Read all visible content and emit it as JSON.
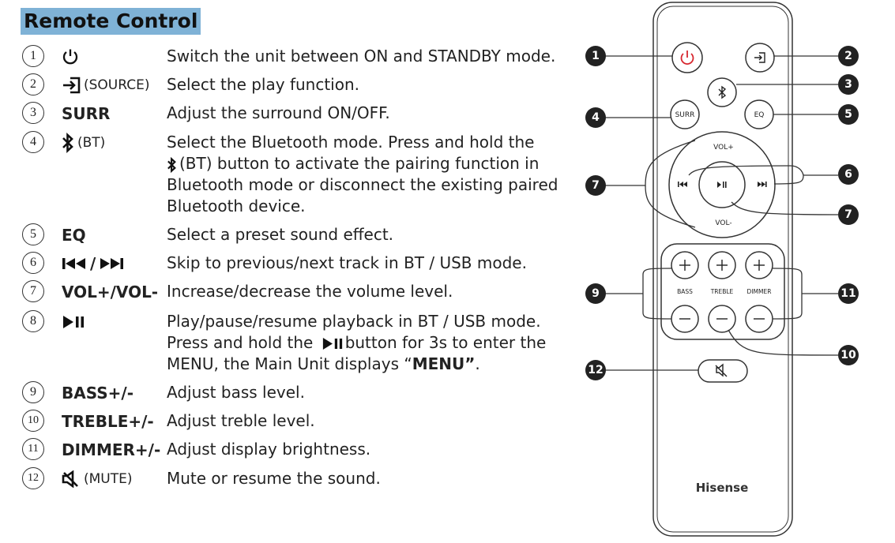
{
  "title": "Remote Control",
  "items": [
    {
      "num": "1",
      "icon": "power-icon",
      "label": "",
      "paren": "",
      "desc": [
        "Switch the unit between ON and STANDBY mode."
      ]
    },
    {
      "num": "2",
      "icon": "source-icon",
      "label": "",
      "paren": "(SOURCE)",
      "desc": [
        "Select the play function."
      ]
    },
    {
      "num": "3",
      "icon": "",
      "label": "SURR",
      "paren": "",
      "desc": [
        "Adjust the surround ON/OFF."
      ]
    },
    {
      "num": "4",
      "icon": "bluetooth-icon",
      "label": "",
      "paren": "(BT)",
      "desc": [
        "Select the Bluetooth mode. Press and hold the",
        "(BT) button to activate the pairing function in",
        "Bluetooth mode or disconnect the existing paired",
        "Bluetooth device."
      ]
    },
    {
      "num": "5",
      "icon": "",
      "label": "EQ",
      "paren": "",
      "desc": [
        "Select a preset sound effect."
      ]
    },
    {
      "num": "6",
      "icon": "prev-next-icon",
      "label": "/",
      "paren": "",
      "desc": [
        "Skip to previous/next track in BT / USB mode."
      ]
    },
    {
      "num": "7",
      "icon": "",
      "label": "VOL+/VOL-",
      "paren": "",
      "desc": [
        "Increase/decrease the volume level."
      ]
    },
    {
      "num": "8",
      "icon": "play-pause-icon",
      "label": "",
      "paren": "",
      "desc": [
        "Play/pause/resume playback in BT / USB mode.",
        "Press and hold the",
        "button for 3s to enter the",
        "MENU, the Main Unit displays “",
        "MENU”",
        "."
      ]
    },
    {
      "num": "9",
      "icon": "",
      "label": "BASS+/-",
      "paren": "",
      "desc": [
        "Adjust bass level."
      ]
    },
    {
      "num": "10",
      "icon": "",
      "label": "TREBLE+/-",
      "paren": "",
      "desc": [
        "Adjust treble level."
      ]
    },
    {
      "num": "11",
      "icon": "",
      "label": "DIMMER+/-",
      "paren": "",
      "desc": [
        "Adjust display brightness."
      ]
    },
    {
      "num": "12",
      "icon": "mute-icon",
      "label": "",
      "paren": "(MUTE)",
      "desc": [
        "Mute or resume the sound."
      ]
    }
  ],
  "remote": {
    "brand": "Hisense",
    "surr": "SURR",
    "eq": "EQ",
    "vol_plus": "VOL+",
    "vol_minus": "VOL-",
    "bass": "BASS",
    "treble": "TREBLE",
    "dimmer": "DIMMER",
    "callouts": [
      "1",
      "2",
      "3",
      "4",
      "5",
      "6",
      "7",
      "7",
      "9",
      "10",
      "11",
      "12"
    ]
  }
}
